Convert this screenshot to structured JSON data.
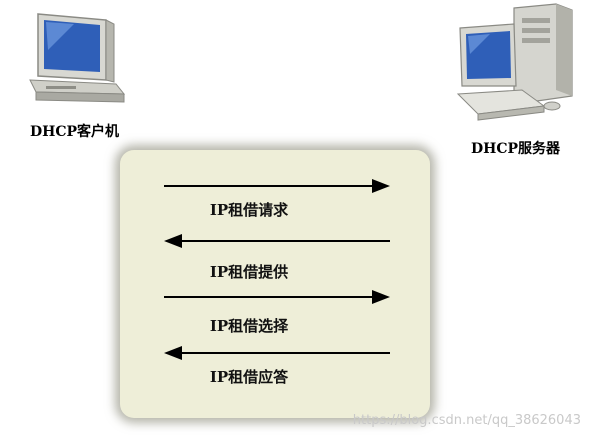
{
  "nodes": {
    "client": {
      "label": "DHCP客户机",
      "icon": "desktop-computer-icon"
    },
    "server": {
      "label": "DHCP服务器",
      "icon": "server-computer-icon"
    }
  },
  "messages": [
    {
      "label": "IP租借请求",
      "direction": "client-to-server"
    },
    {
      "label": "IP租借提供",
      "direction": "server-to-client"
    },
    {
      "label": "IP租借选择",
      "direction": "client-to-server"
    },
    {
      "label": "IP租借应答",
      "direction": "server-to-client"
    }
  ],
  "watermark": "https://blog.csdn.net/qq_38626043",
  "colors": {
    "panel": "#eeeed8",
    "arrow": "#000000",
    "screen": "#2f5fb8"
  }
}
